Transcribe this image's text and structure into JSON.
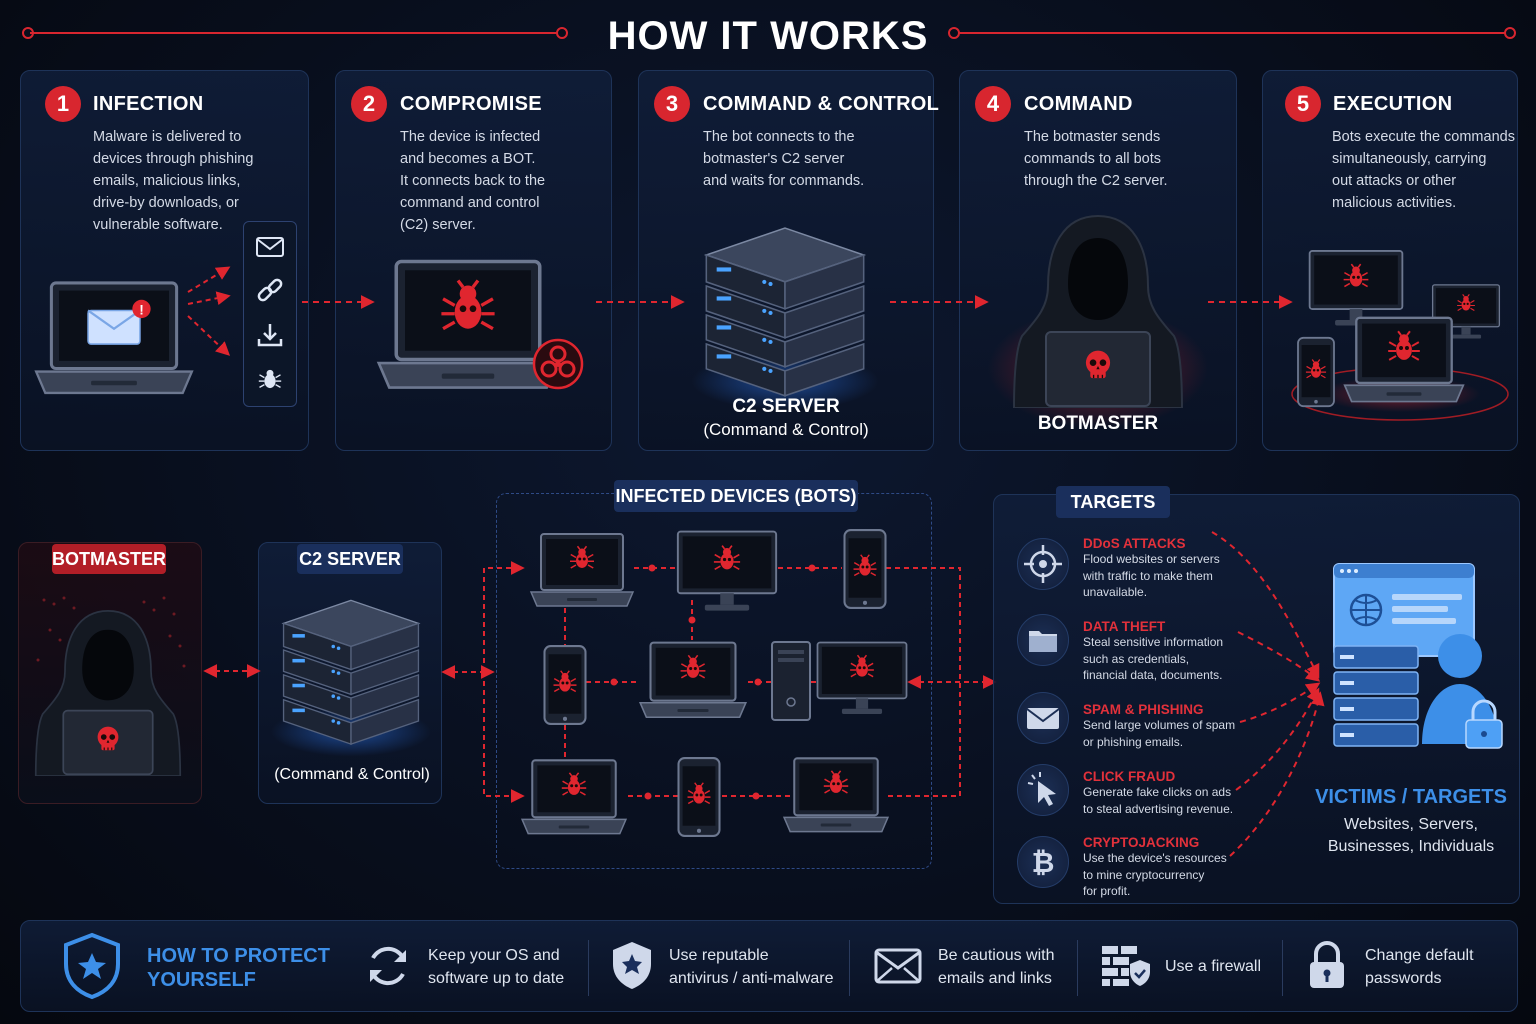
{
  "title": "HOW IT WORKS",
  "steps": [
    {
      "num": "1",
      "title": "INFECTION",
      "desc": [
        "Malware is delivered to",
        "devices through phishing",
        "emails, malicious links,",
        "drive-by downloads, or",
        "vulnerable software."
      ]
    },
    {
      "num": "2",
      "title": "COMPROMISE",
      "desc": [
        "The device is infected",
        "and becomes a BOT.",
        "It connects back to the",
        "command and control",
        "(C2) server."
      ]
    },
    {
      "num": "3",
      "title": "COMMAND & CONTROL",
      "desc": [
        "The bot connects to the",
        "botmaster's C2 server",
        "and waits for commands."
      ],
      "caption": "C2 SERVER",
      "subcaption": "(Command & Control)"
    },
    {
      "num": "4",
      "title": "COMMAND",
      "desc": [
        "The botmaster sends",
        "commands to all bots",
        "through the C2 server."
      ],
      "caption": "BOTMASTER"
    },
    {
      "num": "5",
      "title": "EXECUTION",
      "desc": [
        "Bots execute the commands",
        "simultaneously, carrying",
        "out attacks or other",
        "malicious activities."
      ]
    }
  ],
  "network": {
    "botmaster_label": "BOTMASTER",
    "c2_label": "C2 SERVER",
    "c2_caption": "(Command & Control)",
    "bots_label": "INFECTED DEVICES (BOTS)",
    "targets_label": "TARGETS"
  },
  "targets": [
    {
      "icon": "crosshair-icon",
      "title": "DDoS ATTACKS",
      "desc": [
        "Flood websites or servers",
        "with traffic to make them",
        "unavailable."
      ]
    },
    {
      "icon": "folder-icon",
      "title": "DATA THEFT",
      "desc": [
        "Steal sensitive information",
        "such as credentials,",
        "financial data, documents."
      ]
    },
    {
      "icon": "envelope-icon",
      "title": "SPAM & PHISHING",
      "desc": [
        "Send large volumes of spam",
        "or phishing emails."
      ]
    },
    {
      "icon": "cursor-click-icon",
      "title": "CLICK FRAUD",
      "desc": [
        "Generate fake clicks on ads",
        "to steal advertising revenue."
      ]
    },
    {
      "icon": "bitcoin-icon",
      "title": "CRYPTOJACKING",
      "desc": [
        "Use the device's resources",
        "to mine cryptocurrency",
        "for profit."
      ]
    }
  ],
  "victims": {
    "title": "VICTIMS / TARGETS",
    "lines": [
      "Websites, Servers,",
      "Businesses, Individuals"
    ]
  },
  "protect": {
    "title": [
      "HOW TO PROTECT",
      "YOURSELF"
    ],
    "items": [
      {
        "icon": "refresh-icon",
        "lines": [
          "Keep your OS and",
          "software up to date"
        ]
      },
      {
        "icon": "shield-check-icon",
        "lines": [
          "Use reputable",
          "antivirus / anti-malware"
        ]
      },
      {
        "icon": "envelope-icon",
        "lines": [
          "Be cautious with",
          "emails and links"
        ]
      },
      {
        "icon": "firewall-icon",
        "lines": [
          "Use a firewall"
        ]
      },
      {
        "icon": "padlock-icon",
        "lines": [
          "Change default",
          "passwords"
        ]
      }
    ]
  },
  "colors": {
    "accent_red": "#d8262f",
    "navy": "#1a2f5c",
    "victim_blue": "#3d8fe8"
  }
}
